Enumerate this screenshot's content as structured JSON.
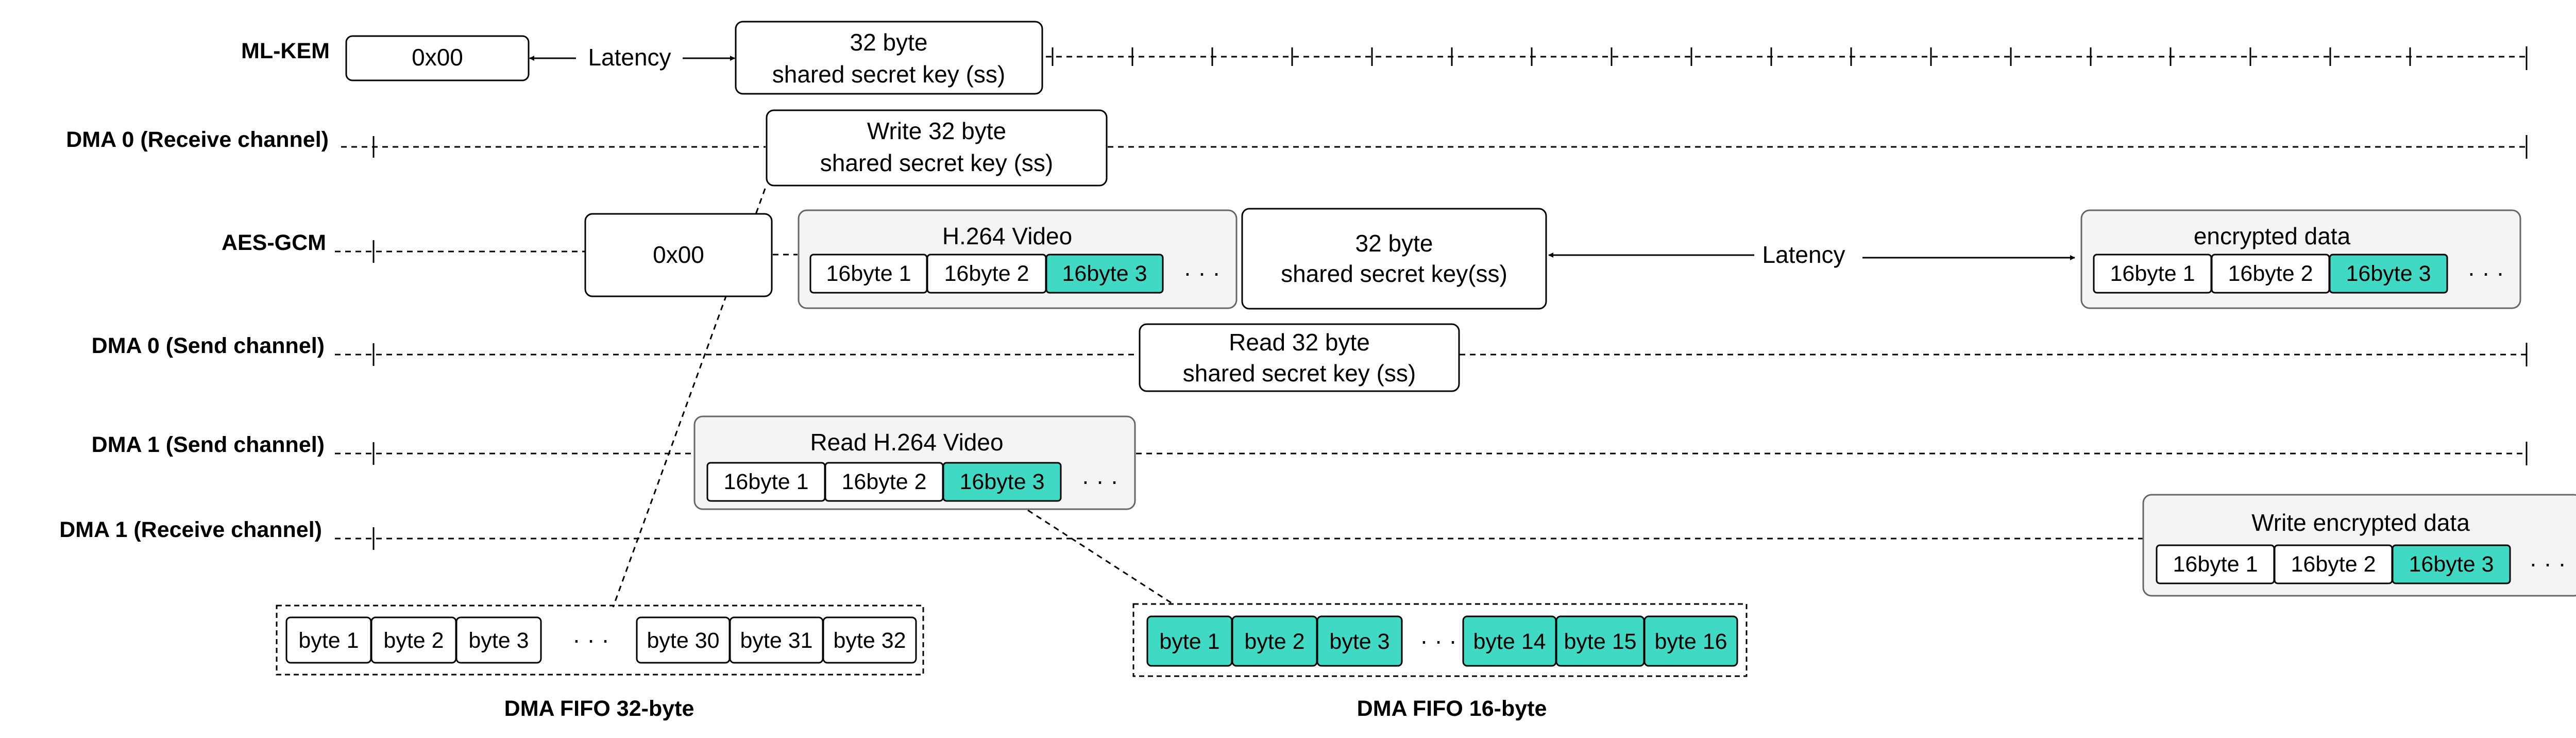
{
  "colors": {
    "accent": "#40d9c3",
    "group_fill": "#f4f4f4",
    "line": "#000000",
    "group_stroke": "#666666"
  },
  "lanes": {
    "ml_kem": "ML-KEM",
    "dma0_rx": "DMA 0 (Receive channel)",
    "aes_gcm": "AES-GCM",
    "dma0_tx": "DMA 0 (Send channel)",
    "dma1_tx": "DMA 1 (Send channel)",
    "dma1_rx": "DMA 1 (Receive channel)"
  },
  "mlkem": {
    "init": "0x00",
    "latency": "Latency",
    "key_line1": "32 byte",
    "key_line2": "shared secret key (ss)"
  },
  "dma0_rx": {
    "line1": "Write 32 byte",
    "line2": "shared secret key (ss)"
  },
  "aes": {
    "init": "0x00",
    "video_title": "H.264 Video",
    "key_line1": "32 byte",
    "key_line2": "shared secret key(ss)",
    "latency": "Latency",
    "enc_title": "encrypted data"
  },
  "dma0_tx": {
    "line1": "Read 32 byte",
    "line2": "shared secret key (ss)"
  },
  "dma1_tx": {
    "title": "Read H.264 Video"
  },
  "dma1_rx": {
    "title": "Write encrypted data"
  },
  "blocks": {
    "b1": "16byte 1",
    "b2": "16byte 2",
    "b3": "16byte 3",
    "more": "· · ·"
  },
  "fifo32": {
    "label": "DMA FIFO 32-byte",
    "cells": [
      "byte 1",
      "byte 2",
      "byte 3",
      "byte 30",
      "byte 31",
      "byte 32"
    ],
    "more": "· · ·"
  },
  "fifo16": {
    "label": "DMA FIFO 16-byte",
    "cells": [
      "byte 1",
      "byte 2",
      "byte 3",
      "byte 14",
      "byte 15",
      "byte 16"
    ],
    "more": "· · ·"
  }
}
